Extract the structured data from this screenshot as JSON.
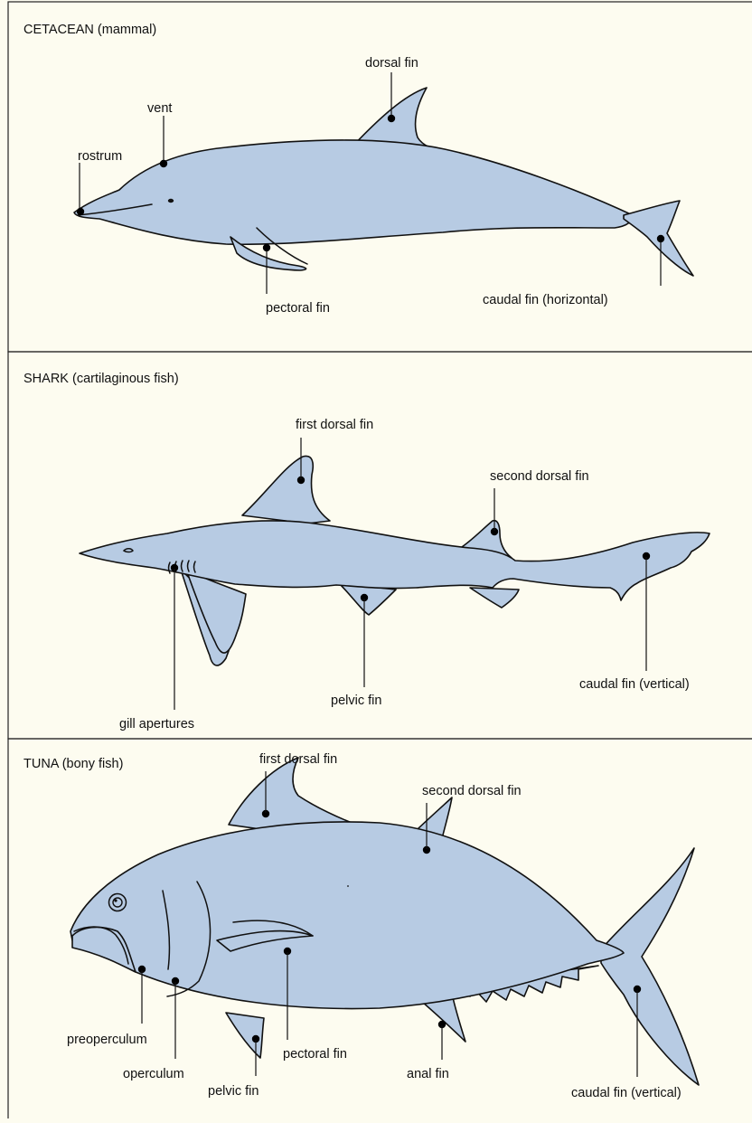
{
  "colors": {
    "background": "#fdfcf0",
    "body": "#b7cbe3",
    "outline": "#111111"
  },
  "panels": [
    {
      "title": "CETACEAN (mammal)",
      "labels": [
        "dorsal fin",
        "vent",
        "rostrum",
        "pectoral fin",
        "caudal fin (horizontal)"
      ]
    },
    {
      "title": "SHARK (cartilaginous fish)",
      "labels": [
        "first dorsal fin",
        "second dorsal fin",
        "caudal fin (vertical)",
        "pelvic fin",
        "gill apertures"
      ]
    },
    {
      "title": "TUNA (bony fish)",
      "labels": [
        "first dorsal fin",
        "second dorsal fin",
        "preoperculum",
        "operculum",
        "pelvic fin",
        "pectoral fin",
        "anal fin",
        "caudal fin (vertical)"
      ]
    }
  ]
}
